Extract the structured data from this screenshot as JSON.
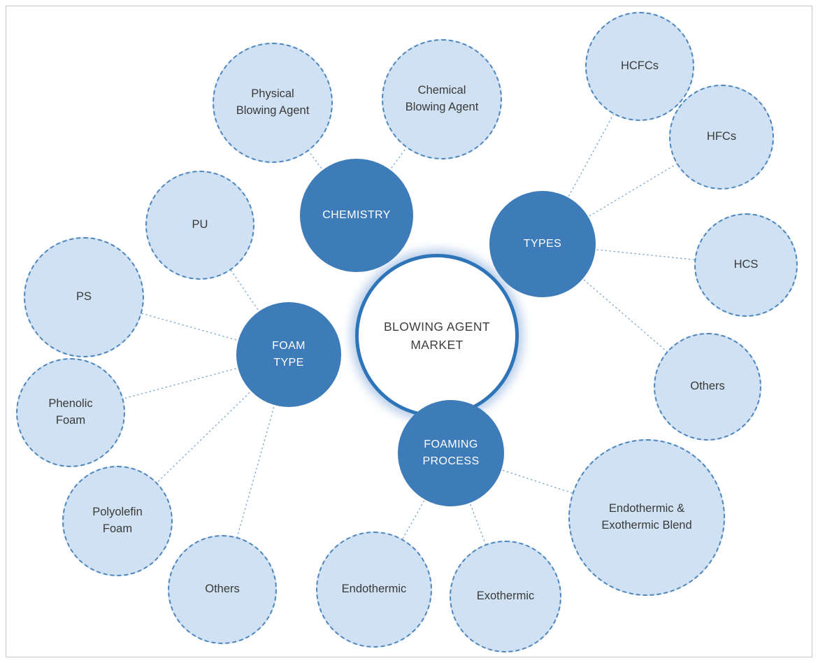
{
  "diagram": {
    "center": {
      "label": "BLOWING AGENT MARKET"
    },
    "branches": [
      {
        "label": "CHEMISTRY",
        "children": [
          "Physical Blowing Agent",
          "Chemical Blowing Agent"
        ]
      },
      {
        "label": "TYPES",
        "children": [
          "HCFCs",
          "HFCs",
          "HCS",
          "Others"
        ]
      },
      {
        "label": "FOAM TYPE",
        "children": [
          "PU",
          "PS",
          "Phenolic Foam",
          "Polyolefin Foam",
          "Others"
        ]
      },
      {
        "label": "FOAMING PROCESS",
        "children": [
          "Endothermic",
          "Exothermic",
          "Endothermic & Exothermic Blend"
        ]
      }
    ],
    "colors": {
      "hub": "#3d7cb8",
      "leaf_fill": "#cfe1f2",
      "leaf_border": "#4d86bd",
      "center_ring": "#2e74b8",
      "connector": "#7fa6cd"
    }
  }
}
